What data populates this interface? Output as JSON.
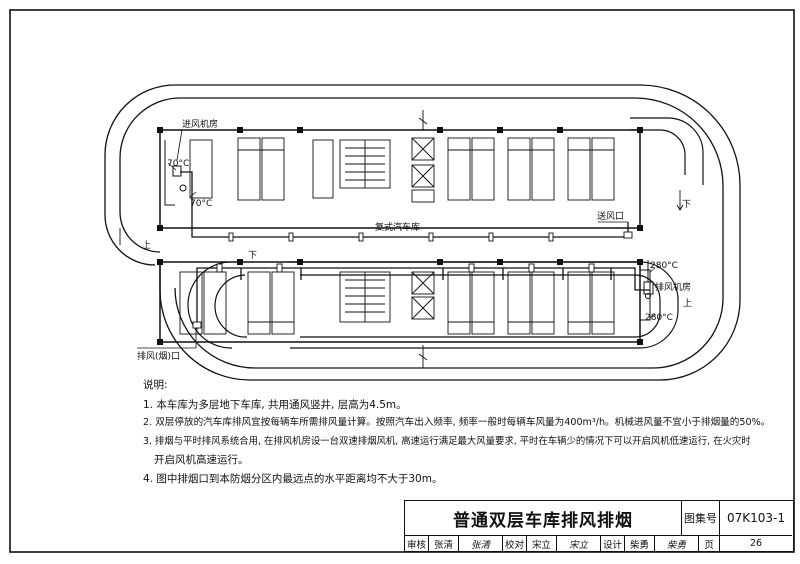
{
  "drawing": {
    "labels": {
      "intake_room_top": "进风机房",
      "temp_70c_a": "70°C",
      "temp_70c_b": "70°C",
      "center_label": "复式汽车库",
      "intake_port": "送风口",
      "up_left": "上",
      "down_top": "下",
      "down_right": "下",
      "up_right": "上",
      "temp_280c_a": "280°C",
      "exhaust_room": "排风机房",
      "temp_280c_b": "280°C",
      "exhaust_outlet": "排风(烟)口"
    }
  },
  "notes": {
    "heading": "说明:",
    "items": [
      "1. 本车库为多层地下车库, 共用通风竖井, 层高为4.5m。",
      "2. 双层停放的汽车库排风宜按每辆车所需排风量计算。按照汽车出入频率, 频率一般时每辆车风量为400m³/h。机械进风量不宜小于排烟量的50%。",
      "3. 排烟与平时排风系统合用, 在排风机房设一台双速排烟风机, 高速运行满足最大风量要求, 平时在车辆少的情况下可以开启风机低速运行, 在火灾时",
      "开启风机高速运行。",
      "4. 图中排烟口到本防烟分区内最远点的水平距离均不大于30m。"
    ]
  },
  "title_block": {
    "title": "普通双层车库排风排烟",
    "atlas_label": "图集号",
    "atlas_no": "07K103-1",
    "row": {
      "review_label": "审核",
      "review_name": "张清",
      "review_sign": "张清",
      "check_label": "校对",
      "check_name": "宋立",
      "check_sign": "宋立",
      "design_label": "设计",
      "design_name": "柴勇",
      "design_sign": "柴勇",
      "page_label": "页",
      "page_no": "26"
    }
  }
}
